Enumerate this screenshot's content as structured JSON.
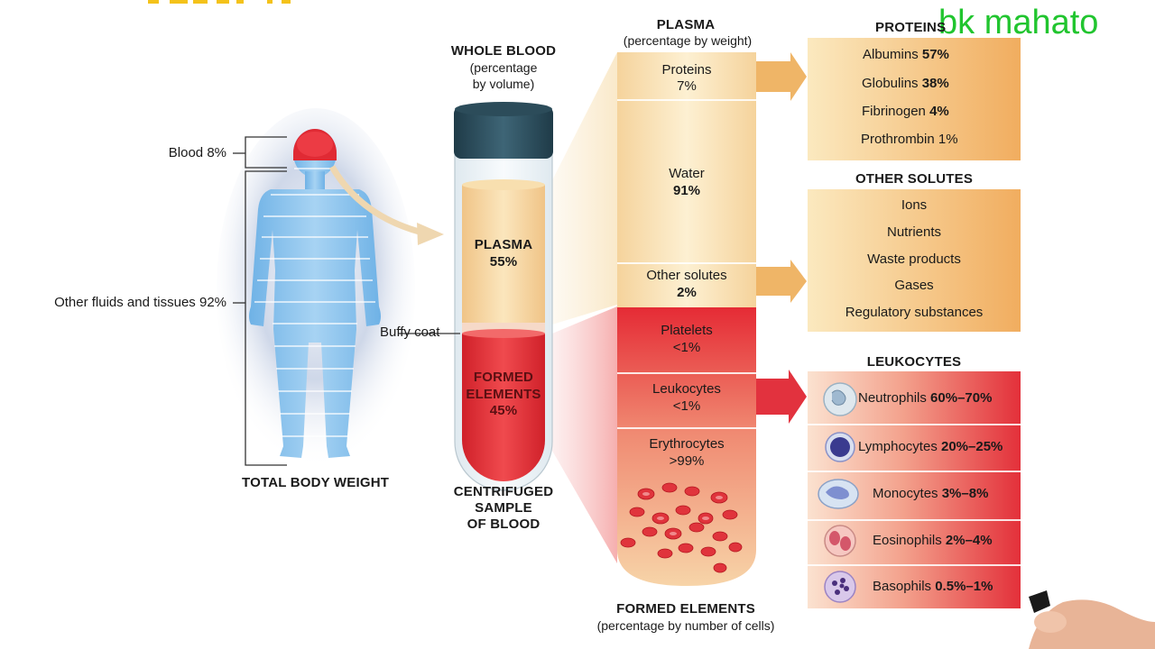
{
  "watermark": "bk mahato",
  "body_figure": {
    "blood_label": "Blood 8%",
    "other_label": "Other fluids and tissues 92%",
    "caption": "TOTAL BODY WEIGHT"
  },
  "tube": {
    "title": "WHOLE BLOOD",
    "subtitle_line1": "(percentage",
    "subtitle_line2": "by volume)",
    "plasma_name": "PLASMA",
    "plasma_pct": "55%",
    "buffy": "Buffy coat",
    "formed_line1": "FORMED",
    "formed_line2": "ELEMENTS",
    "formed_pct": "45%",
    "caption_line1": "CENTRIFUGED",
    "caption_line2": "SAMPLE",
    "caption_line3": "OF BLOOD"
  },
  "plasma_column": {
    "title": "PLASMA",
    "subtitle": "(percentage by weight)",
    "items": [
      {
        "name": "Proteins",
        "pct": "7%"
      },
      {
        "name": "Water",
        "pct": "91%"
      },
      {
        "name": "Other solutes",
        "pct": "2%"
      }
    ]
  },
  "formed_column": {
    "items": [
      {
        "name": "Platelets",
        "pct": "<1%"
      },
      {
        "name": "Leukocytes",
        "pct": "<1%"
      },
      {
        "name": "Erythrocytes",
        "pct": ">99%"
      }
    ],
    "caption": "FORMED ELEMENTS",
    "subcaption": "(percentage by number of cells)"
  },
  "proteins_panel": {
    "title": "PROTEINS",
    "items": [
      {
        "name": "Albumins",
        "pct": "57%"
      },
      {
        "name": "Globulins",
        "pct": "38%"
      },
      {
        "name": "Fibrinogen",
        "pct": "4%"
      },
      {
        "name": "Prothrombin",
        "pct": "1%"
      }
    ]
  },
  "solutes_panel": {
    "title": "OTHER SOLUTES",
    "items": [
      "Ions",
      "Nutrients",
      "Waste products",
      "Gases",
      "Regulatory substances"
    ]
  },
  "leukocytes_panel": {
    "title": "LEUKOCYTES",
    "items": [
      {
        "name": "Neutrophils",
        "pct": "60%–70%",
        "icon": "neutrophil-icon"
      },
      {
        "name": "Lymphocytes",
        "pct": "20%–25%",
        "icon": "lymphocyte-icon"
      },
      {
        "name": "Monocytes",
        "pct": "3%–8%",
        "icon": "monocyte-icon"
      },
      {
        "name": "Eosinophils",
        "pct": "2%–4%",
        "icon": "eosinophil-icon"
      },
      {
        "name": "Basophils",
        "pct": "0.5%–1%",
        "icon": "basophil-icon"
      }
    ]
  },
  "colors": {
    "plasma_light": "#fbe6b4",
    "plasma_deep": "#f2b16a",
    "blood_red": "#e1303a",
    "arrow_orange": "#efb567",
    "arrow_red": "#e2323e",
    "body_blue": "#8fc5ec",
    "watermark_green": "#21c52f"
  }
}
